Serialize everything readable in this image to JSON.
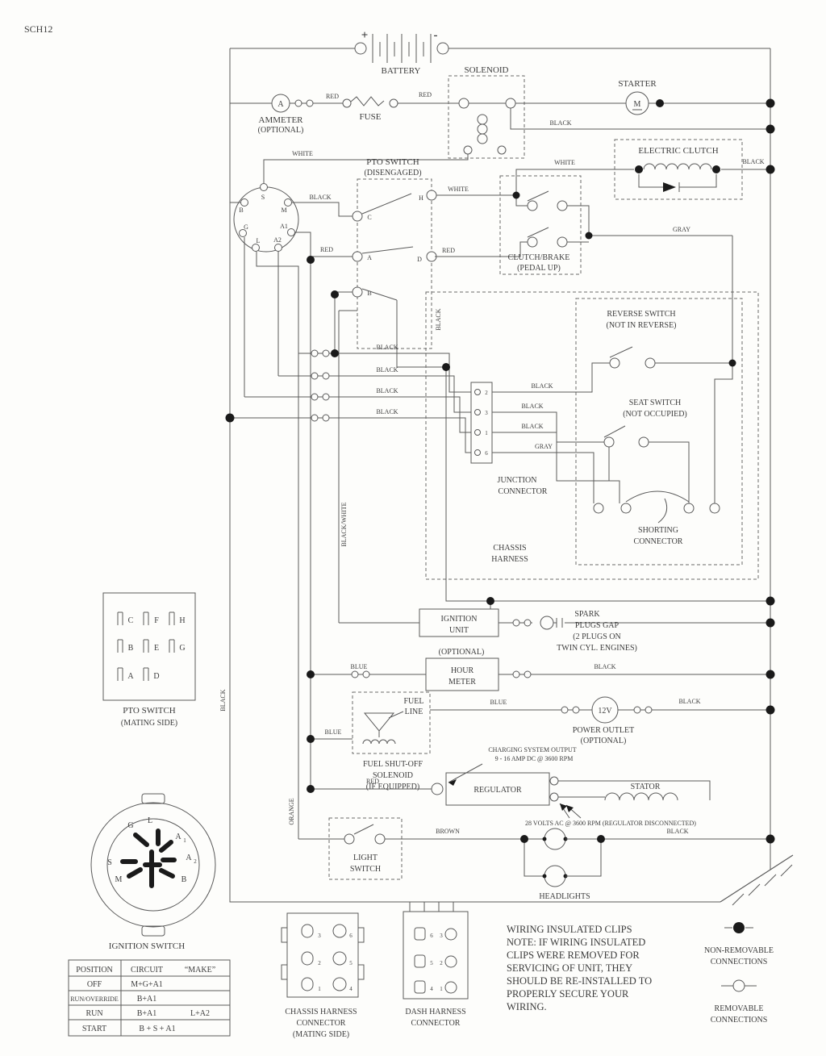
{
  "meta": {
    "sheet": "SCH12"
  },
  "battery": {
    "label": "BATTERY",
    "plus": "+",
    "minus": "-"
  },
  "solenoid": {
    "label": "SOLENOID"
  },
  "starter": {
    "label": "STARTER",
    "m": "M"
  },
  "ammeter": {
    "a": "A",
    "l1": "AMMETER",
    "l2": "(OPTIONAL)"
  },
  "fuse": {
    "label": "FUSE"
  },
  "eclutch": {
    "label": "ELECTRIC CLUTCH"
  },
  "ign": {
    "s": "S",
    "m": "M",
    "b": "B",
    "g": "G",
    "l": "L",
    "a1": "A1",
    "a2": "A2"
  },
  "pto": {
    "l1": "PTO SWITCH",
    "l2": "(DISENGAGED)",
    "c": "C",
    "h": "H",
    "a": "A",
    "d": "D",
    "b": "B"
  },
  "cb": {
    "l1": "CLUTCH/BRAKE",
    "l2": "(PEDAL UP)"
  },
  "rev": {
    "l1": "REVERSE SWITCH",
    "l2": "(NOT IN REVERSE)"
  },
  "seat": {
    "l1": "SEAT SWITCH",
    "l2": "(NOT OCCUPIED)"
  },
  "junction": {
    "l1": "JUNCTION",
    "l2": "CONNECTOR",
    "p2": "2",
    "p3": "3",
    "p1": "1",
    "p6": "6"
  },
  "shorting": {
    "l1": "SHORTING",
    "l2": "CONNECTOR"
  },
  "chassis": {
    "l1": "CHASSIS",
    "l2": "HARNESS"
  },
  "ignunit": {
    "l1": "IGNITION",
    "l2": "UNIT"
  },
  "spark": {
    "l1": "SPARK",
    "l2": "PLUGS GAP",
    "l3": "(2 PLUGS ON",
    "l4": "TWIN CYL. ENGINES)"
  },
  "hour": {
    "opt": "(OPTIONAL)",
    "l1": "HOUR",
    "l2": "METER"
  },
  "outlet": {
    "v": "12V",
    "l1": "POWER OUTLET",
    "l2": "(OPTIONAL)"
  },
  "fuel": {
    "l1": "FUEL",
    "l2": "LINE",
    "s1": "FUEL SHUT-OFF",
    "s2": "SOLENOID",
    "s3": "(IF EQUIPPED)"
  },
  "charging": {
    "l1": "CHARGING SYSTEM OUTPUT",
    "l2": "9 - 16 AMP DC @ 3600 RPM"
  },
  "regulator": {
    "label": "REGULATOR"
  },
  "stator": {
    "label": "STATOR",
    "note": "28 VOLTS AC @ 3600 RPM (REGULATOR DISCONNECTED)"
  },
  "light": {
    "l1": "LIGHT",
    "l2": "SWITCH"
  },
  "headlights": {
    "label": "HEADLIGHTS"
  },
  "wires": {
    "red_a": "RED",
    "red_b": "RED",
    "black_sol": "BLACK",
    "white_s": "WHITE",
    "white_h": "WHITE",
    "white_ec": "WHITE",
    "black_ec": "BLACK",
    "black_m": "BLACK",
    "red_a1": "RED",
    "red_d": "RED",
    "gray_cb": "GRAY",
    "black_j1": "BLACK",
    "black_j2": "BLACK",
    "black_j3": "BLACK",
    "black_j4": "BLACK",
    "black_p2": "BLACK",
    "black_p3": "BLACK",
    "black_p1": "BLACK",
    "gray_p6": "GRAY",
    "blackwhite": "BLACK/WHITE",
    "black_bus": "BLACK",
    "black_vert": "BLACK",
    "blue_hour": "BLUE",
    "black_hour": "BLACK",
    "blue_outlet": "BLUE",
    "black_outlet": "BLACK",
    "blue_fuel": "BLUE",
    "red_reg": "RED",
    "orange": "ORANGE",
    "brown": "BROWN",
    "black_head": "BLACK"
  },
  "pto_mating": {
    "r1c1": "C",
    "r1c2": "F",
    "r1c3": "H",
    "r2c1": "B",
    "r2c2": "E",
    "r2c3": "G",
    "r3c1": "A",
    "r3c2": "D",
    "l1": "PTO SWITCH",
    "l2": "(MATING SIDE)"
  },
  "ignconn": {
    "g": "G",
    "l": "L",
    "a1": "A",
    "a1s": "1",
    "a2": "A",
    "a2s": "2",
    "s": "S",
    "m": "M",
    "b": "B",
    "label": "IGNITION SWITCH"
  },
  "table": {
    "h1": "POSITION",
    "h2": "CIRCUIT",
    "h3": "“MAKE”",
    "r1c1": "OFF",
    "r1c2": "M+G+A1",
    "r2c1": "RUN/OVERRIDE",
    "r2c2": "B+A1",
    "r3c1": "RUN",
    "r3c2": "B+A1",
    "r3c3": "L+A2",
    "r4c1": "START",
    "r4c2": "B + S + A1"
  },
  "chassconn": {
    "l1": "CHASSIS HARNESS",
    "l2": "CONNECTOR",
    "l3": "(MATING SIDE)",
    "p1": "3",
    "p2": "2",
    "p3": "1",
    "p4": "6",
    "p5": "5",
    "p6": "4"
  },
  "dashconn": {
    "l1": "DASH HARNESS",
    "l2": "CONNECTOR",
    "p1": "6",
    "p2": "5",
    "p3": "4",
    "p4": "3",
    "p5": "2",
    "p6": "1"
  },
  "note": {
    "l1": "WIRING INSULATED CLIPS",
    "l2": "NOTE: IF WIRING INSULATED",
    "l3": "CLIPS WERE REMOVED FOR",
    "l4": "SERVICING OF UNIT, THEY",
    "l5": "SHOULD BE RE-INSTALLED TO",
    "l6": "PROPERLY SECURE YOUR",
    "l7": "WIRING."
  },
  "legend": {
    "n1": "NON-REMOVABLE",
    "n2": "CONNECTIONS",
    "r1": "REMOVABLE",
    "r2": "CONNECTIONS"
  }
}
